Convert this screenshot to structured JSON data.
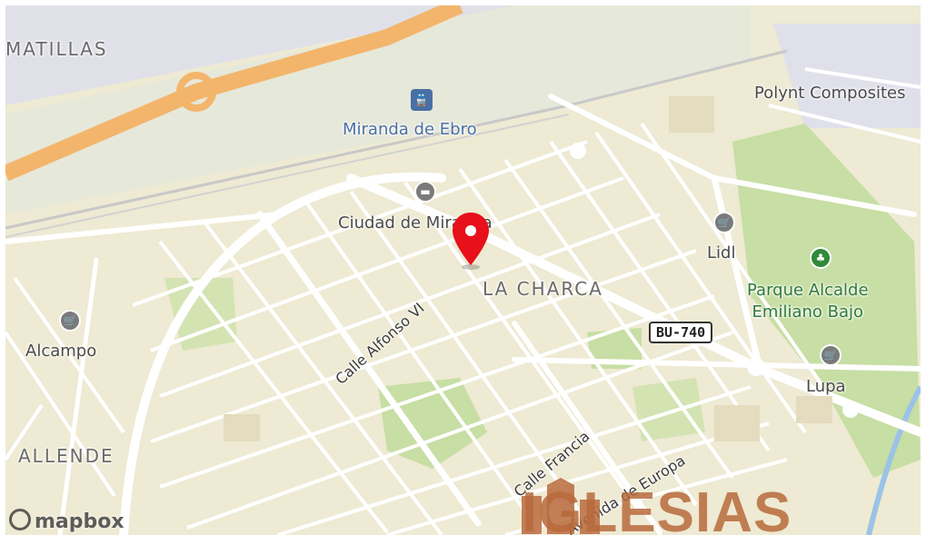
{
  "map": {
    "places": {
      "matillas": "MATILLAS",
      "miranda_station": "Miranda de Ebro",
      "ciudad": "Ciudad de Miranda",
      "la_charca": "LA CHARCA",
      "lidl": "Lidl",
      "polynt": "Polynt Composites",
      "parque_line1": "Parque Alcalde",
      "parque_line2": "Emiliano Bajo",
      "alcampo": "Alcampo",
      "allende": "ALLENDE",
      "lupa": "Lupa"
    },
    "streets": {
      "alfonso": "Calle Alfonso VI",
      "francia": "Calle Francia",
      "europa": "Avenida de Europa"
    },
    "road_shield": "BU-740",
    "attribution": "mapbox",
    "watermark": "IGLESIAS",
    "colors": {
      "background": "#eeead3",
      "road": "#ffffff",
      "highway": "#f3b56b",
      "park": "#c7dea4",
      "pin": "#e8101a"
    },
    "icons": {
      "station": "train-icon",
      "hotel": "bed-icon",
      "shop": "shopping-cart-icon",
      "park": "tree-icon",
      "marker": "location-pin-icon"
    }
  }
}
